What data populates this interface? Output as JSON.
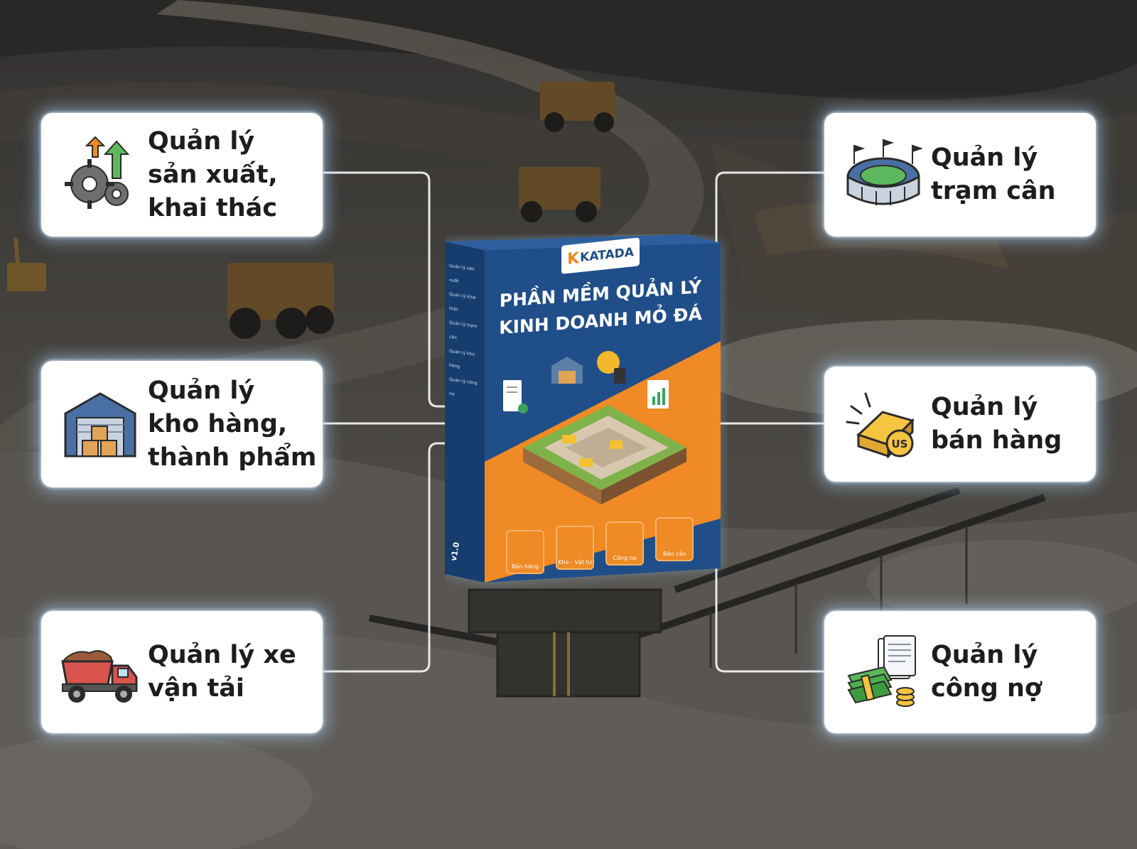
{
  "product": {
    "brand": "KATADA",
    "title_line1": "PHẦN MỀM QUẢN LÝ",
    "title_line2": "KINH DOANH MỎ ĐÁ",
    "version": "v1.0",
    "side_features": [
      "Quản lý sản xuất",
      "Quản lý khai thác",
      "Quản lý trạm cân",
      "Quản lý kho hàng",
      "Quản lý công nợ"
    ],
    "tiles": [
      "Bán hàng",
      "Kho - Vật tư",
      "Công nợ",
      "Báo cáo"
    ]
  },
  "features": {
    "left": [
      {
        "label": "Quản lý\nsản xuất,\nkhai thác",
        "icon": "gears-arrows-icon"
      },
      {
        "label": "Quản lý\nkho hàng,\nthành phẩm",
        "icon": "warehouse-icon"
      },
      {
        "label": "Quản lý xe\nvận tải",
        "icon": "dump-truck-icon"
      }
    ],
    "right": [
      {
        "label": "Quản lý\ntrạm cân",
        "icon": "stadium-icon"
      },
      {
        "label": "Quản lý\nbán hàng",
        "icon": "gold-bar-icon"
      },
      {
        "label": "Quản lý\ncông nợ",
        "icon": "money-documents-icon"
      }
    ]
  },
  "colors": {
    "box_blue": "#1f4e89",
    "box_orange": "#f08a24",
    "connector": "#e8e8e8",
    "card_glow": "#aad7ff"
  }
}
